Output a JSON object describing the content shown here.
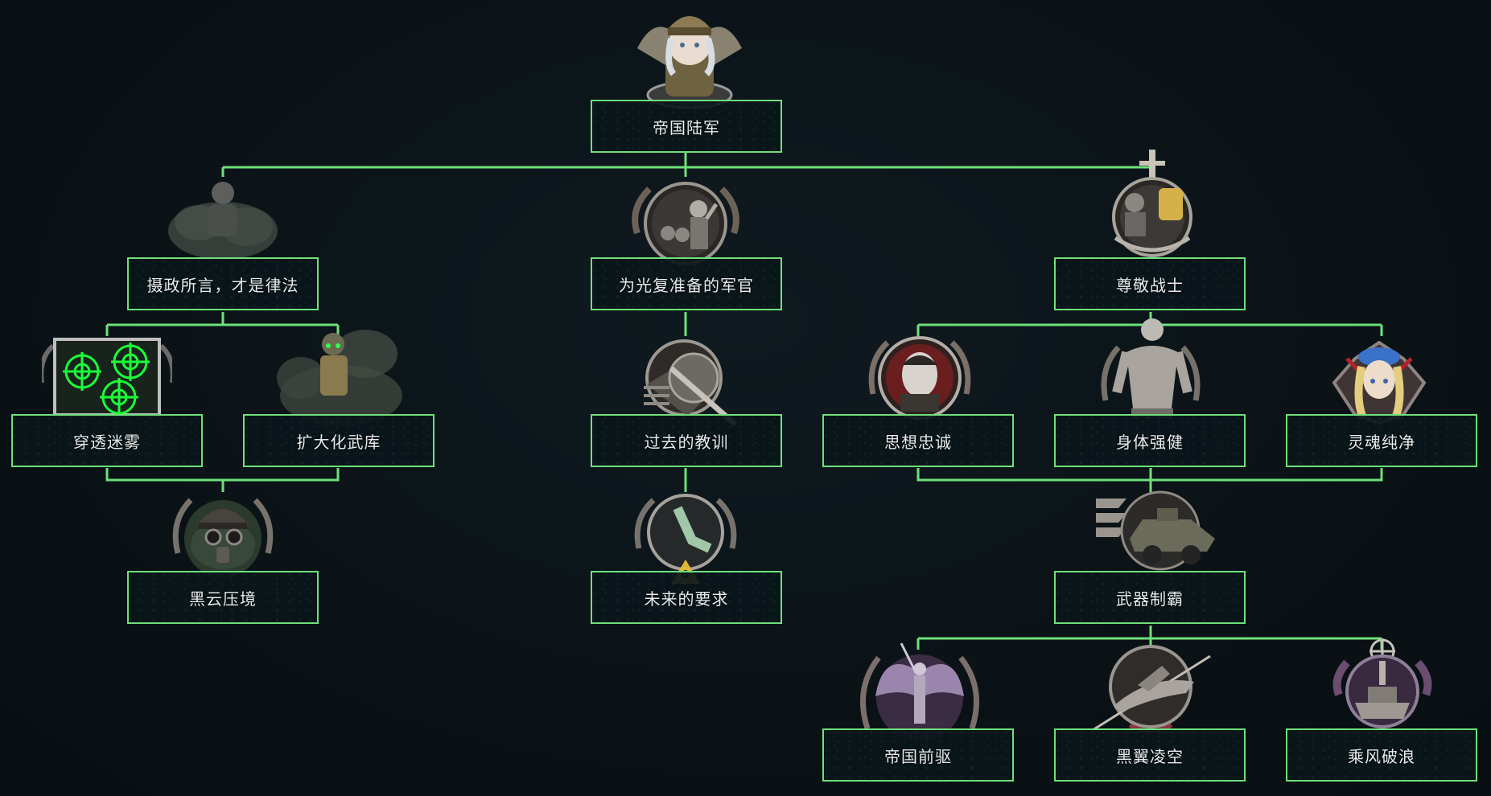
{
  "focus_tree": {
    "nodes": [
      {
        "id": "root",
        "label": "帝国陆军",
        "icon": "officer-girl-portrait-icon"
      },
      {
        "id": "regent",
        "label": "摄政所言，才是律法",
        "icon": "smoke-figure-icon"
      },
      {
        "id": "officers",
        "label": "为光复准备的军官",
        "icon": "saluting-soldiers-icon"
      },
      {
        "id": "warriors",
        "label": "尊敬战士",
        "icon": "raised-fist-cross-icon"
      },
      {
        "id": "fog",
        "label": "穿透迷雾",
        "icon": "green-target-map-icon"
      },
      {
        "id": "arsenal",
        "label": "扩大化武库",
        "icon": "gasmask-soldier-smoke-icon"
      },
      {
        "id": "lessons",
        "label": "过去的教训",
        "icon": "shield-sword-icon"
      },
      {
        "id": "loyal",
        "label": "思想忠诚",
        "icon": "soldier-portrait-icon"
      },
      {
        "id": "body",
        "label": "身体强健",
        "icon": "statue-torso-icon"
      },
      {
        "id": "soul",
        "label": "灵魂纯净",
        "icon": "blue-cap-girl-icon"
      },
      {
        "id": "cloud",
        "label": "黑云压境",
        "icon": "gasmask-helmet-icon"
      },
      {
        "id": "future",
        "label": "未来的要求",
        "icon": "hazard-skull-hand-icon"
      },
      {
        "id": "weapons",
        "label": "武器制霸",
        "icon": "armored-car-icon"
      },
      {
        "id": "vanguard",
        "label": "帝国前驱",
        "icon": "winged-statue-icon"
      },
      {
        "id": "wings",
        "label": "黑翼凌空",
        "icon": "jet-plane-icon"
      },
      {
        "id": "waves",
        "label": "乘风破浪",
        "icon": "warship-icon"
      }
    ]
  },
  "colors": {
    "line": "#6ee07a",
    "background": "#0b1318",
    "text": "#e8ecec"
  }
}
